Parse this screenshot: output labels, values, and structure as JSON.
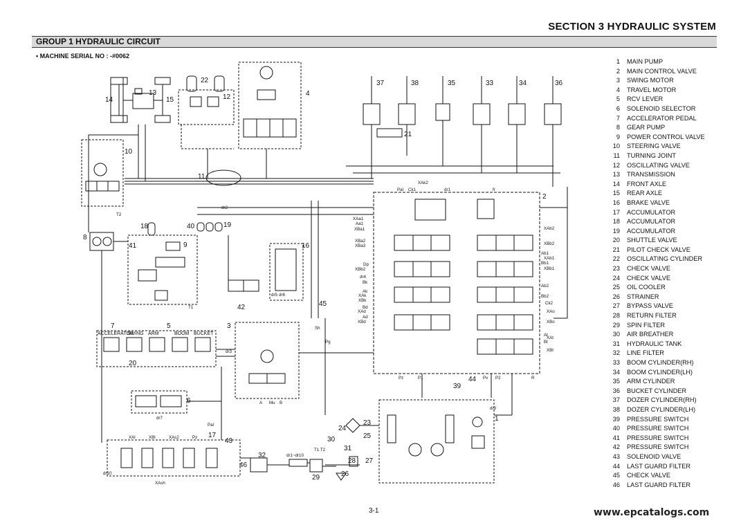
{
  "section_title": "SECTION 3 HYDRAULIC SYSTEM",
  "group_title": "GROUP 1 HYDRAULIC CIRCUIT",
  "serial_note": "• MACHINE SERIAL NO : -#0062",
  "page_number": "3-1",
  "watermark": "www.epcatalogs.com",
  "legend": [
    {
      "num": "1",
      "label": "MAIN PUMP"
    },
    {
      "num": "2",
      "label": "MAIN CONTROL VALVE"
    },
    {
      "num": "3",
      "label": "SWING MOTOR"
    },
    {
      "num": "4",
      "label": "TRAVEL MOTOR"
    },
    {
      "num": "5",
      "label": "RCV LEVER"
    },
    {
      "num": "6",
      "label": "SOLENOID SELECTOR"
    },
    {
      "num": "7",
      "label": "ACCELERATOR PEDAL"
    },
    {
      "num": "8",
      "label": "GEAR PUMP"
    },
    {
      "num": "9",
      "label": "POWER CONTROL VALVE"
    },
    {
      "num": "10",
      "label": "STEERING VALVE"
    },
    {
      "num": "11",
      "label": "TURNING JOINT"
    },
    {
      "num": "12",
      "label": "OSCILLATING VALVE"
    },
    {
      "num": "13",
      "label": "TRANSMISSION"
    },
    {
      "num": "14",
      "label": "FRONT AXLE"
    },
    {
      "num": "15",
      "label": "REAR AXLE"
    },
    {
      "num": "16",
      "label": "BRAKE VALVE"
    },
    {
      "num": "17",
      "label": "ACCUMULATOR"
    },
    {
      "num": "18",
      "label": "ACCUMULATOR"
    },
    {
      "num": "19",
      "label": "ACCUMULATOR"
    },
    {
      "num": "20",
      "label": "SHUTTLE VALVE"
    },
    {
      "num": "21",
      "label": "PILOT CHECK VALVE"
    },
    {
      "num": "22",
      "label": "OSCILLATING CYLINDER"
    },
    {
      "num": "23",
      "label": "CHECK VALVE"
    },
    {
      "num": "24",
      "label": "CHECK VALVE"
    },
    {
      "num": "25",
      "label": "OIL COOLER"
    },
    {
      "num": "26",
      "label": "STRAINER"
    },
    {
      "num": "27",
      "label": "BYPASS VALVE"
    },
    {
      "num": "28",
      "label": "RETURN FILTER"
    },
    {
      "num": "29",
      "label": "SPIN FILTER"
    },
    {
      "num": "30",
      "label": "AIR BREATHER"
    },
    {
      "num": "31",
      "label": "HYDRAULIC TANK"
    },
    {
      "num": "32",
      "label": "LINE FILTER"
    },
    {
      "num": "33",
      "label": "BOOM CYLINDER(RH)"
    },
    {
      "num": "34",
      "label": "BOOM CYLINDER(LH)"
    },
    {
      "num": "35",
      "label": "ARM CYLINDER"
    },
    {
      "num": "36",
      "label": "BUCKET CYLINDER"
    },
    {
      "num": "37",
      "label": "DOZER CYLINDER(RH)"
    },
    {
      "num": "38",
      "label": "DOZER CYLINDER(LH)"
    },
    {
      "num": "39",
      "label": "PRESSURE SWITCH"
    },
    {
      "num": "40",
      "label": "PRESSURE SWITCH"
    },
    {
      "num": "41",
      "label": "PRESSURE SWITCH"
    },
    {
      "num": "42",
      "label": "PRESSURE SWITCH"
    },
    {
      "num": "43",
      "label": "SOLENOID VALVE"
    },
    {
      "num": "44",
      "label": "LAST GUARD FILTER"
    },
    {
      "num": "45",
      "label": "CHECK VALVE"
    },
    {
      "num": "46",
      "label": "LAST GUARD FILTER"
    }
  ],
  "diagram": {
    "callouts": [
      "1",
      "2",
      "3",
      "4",
      "5",
      "6",
      "7",
      "8",
      "9",
      "10",
      "11",
      "12",
      "13",
      "14",
      "15",
      "16",
      "17",
      "18",
      "19",
      "20",
      "21",
      "22",
      "23",
      "24",
      "25",
      "26",
      "27",
      "28",
      "29",
      "30",
      "31",
      "32",
      "33",
      "34",
      "35",
      "36",
      "37",
      "38",
      "39",
      "40",
      "41",
      "42",
      "43",
      "44",
      "45",
      "46"
    ],
    "rcv_labels": [
      "ACCELERATOR",
      "SWING",
      "ARM",
      "BOOM",
      "BUCKET"
    ],
    "port_labels": [
      "Pal",
      "Ck1",
      "XAk2",
      "dr1",
      "fr",
      "XAa1",
      "Aa1",
      "XBa1",
      "XBa2",
      "XBa3",
      "Dp",
      "XBb2",
      "dr4",
      "Bk",
      "Ak",
      "XAk",
      "XBk",
      "Bd",
      "Ad",
      "XAd",
      "XBd",
      "XAb2",
      "XBb2",
      "Ab1",
      "Bb1",
      "XAb1",
      "XBb1",
      "Ab2",
      "Bb2",
      "Ck2",
      "XAo",
      "XBo",
      "At",
      "Bt",
      "XAt",
      "XBt",
      "Pz",
      "P1",
      "Pv",
      "P2",
      "R",
      "dr2",
      "dr3",
      "dr5",
      "dr6",
      "dr7",
      "dr9",
      "dr10",
      "T1",
      "T2",
      "T1 T2",
      "Sh",
      "Pg",
      "A",
      "Mu",
      "B",
      "Pal",
      "XAl",
      "XBl",
      "XAs2",
      "Pz",
      "XAsh",
      "dr1~dr10"
    ]
  }
}
